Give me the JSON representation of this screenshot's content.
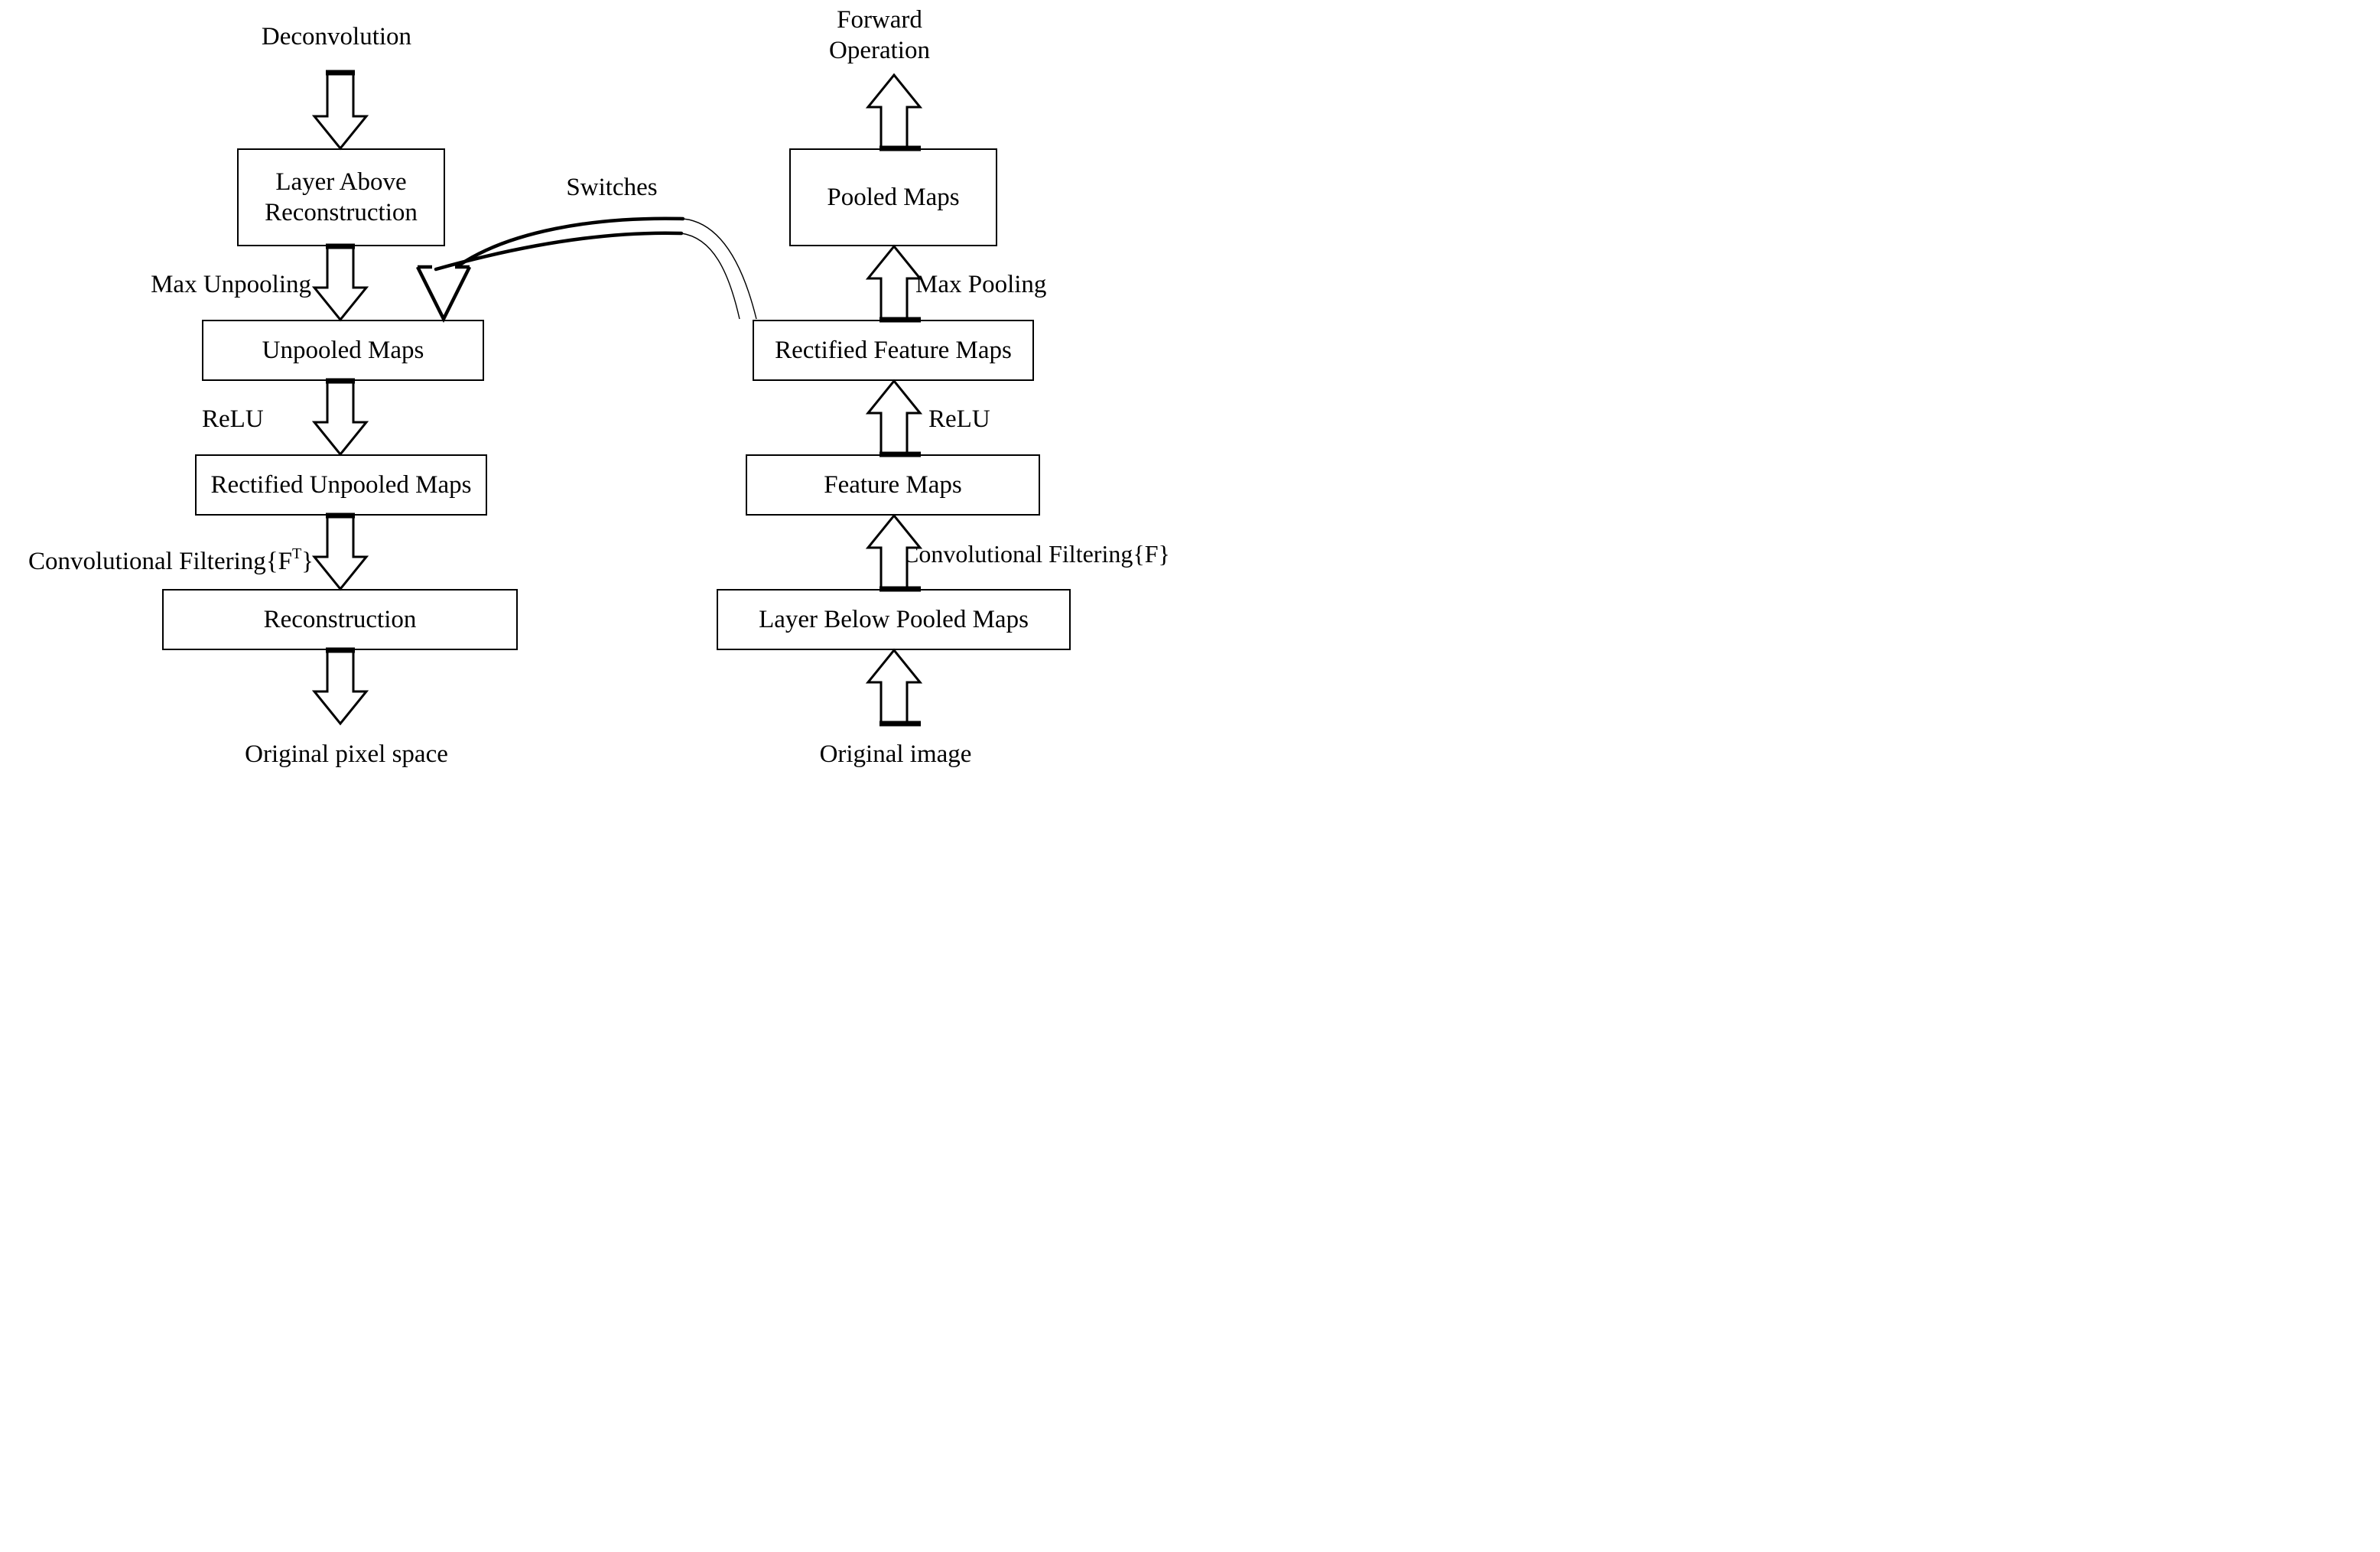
{
  "diagram": {
    "colors": {
      "ink": "#000000",
      "background": "#ffffff"
    },
    "deconv_path": {
      "title": "Deconvolution",
      "box_layer_above": "Layer Above Reconstruction",
      "label_max_unpooling": "Max Unpooling",
      "box_unpooled_maps": "Unpooled Maps",
      "label_relu": "ReLU",
      "box_rectified_unpooled_maps": "Rectified Unpooled Maps",
      "label_conv_filtering_prefix": "Convolutional Filtering{F",
      "label_conv_filtering_sup": "T",
      "label_conv_filtering_suffix": "}",
      "box_reconstruction": "Reconstruction",
      "output_label": "Original pixel space"
    },
    "forward_path": {
      "title": "Forward Operation",
      "box_pooled_maps": "Pooled Maps",
      "label_max_pooling": "Max Pooling",
      "box_rectified_feature_maps": "Rectified Feature Maps",
      "label_relu": "ReLU",
      "box_feature_maps": "Feature Maps",
      "label_conv_filtering": "Convolutional Filtering{F}",
      "box_layer_below": "Layer Below Pooled Maps",
      "input_label": "Original image"
    },
    "switches_label": "Switches"
  }
}
